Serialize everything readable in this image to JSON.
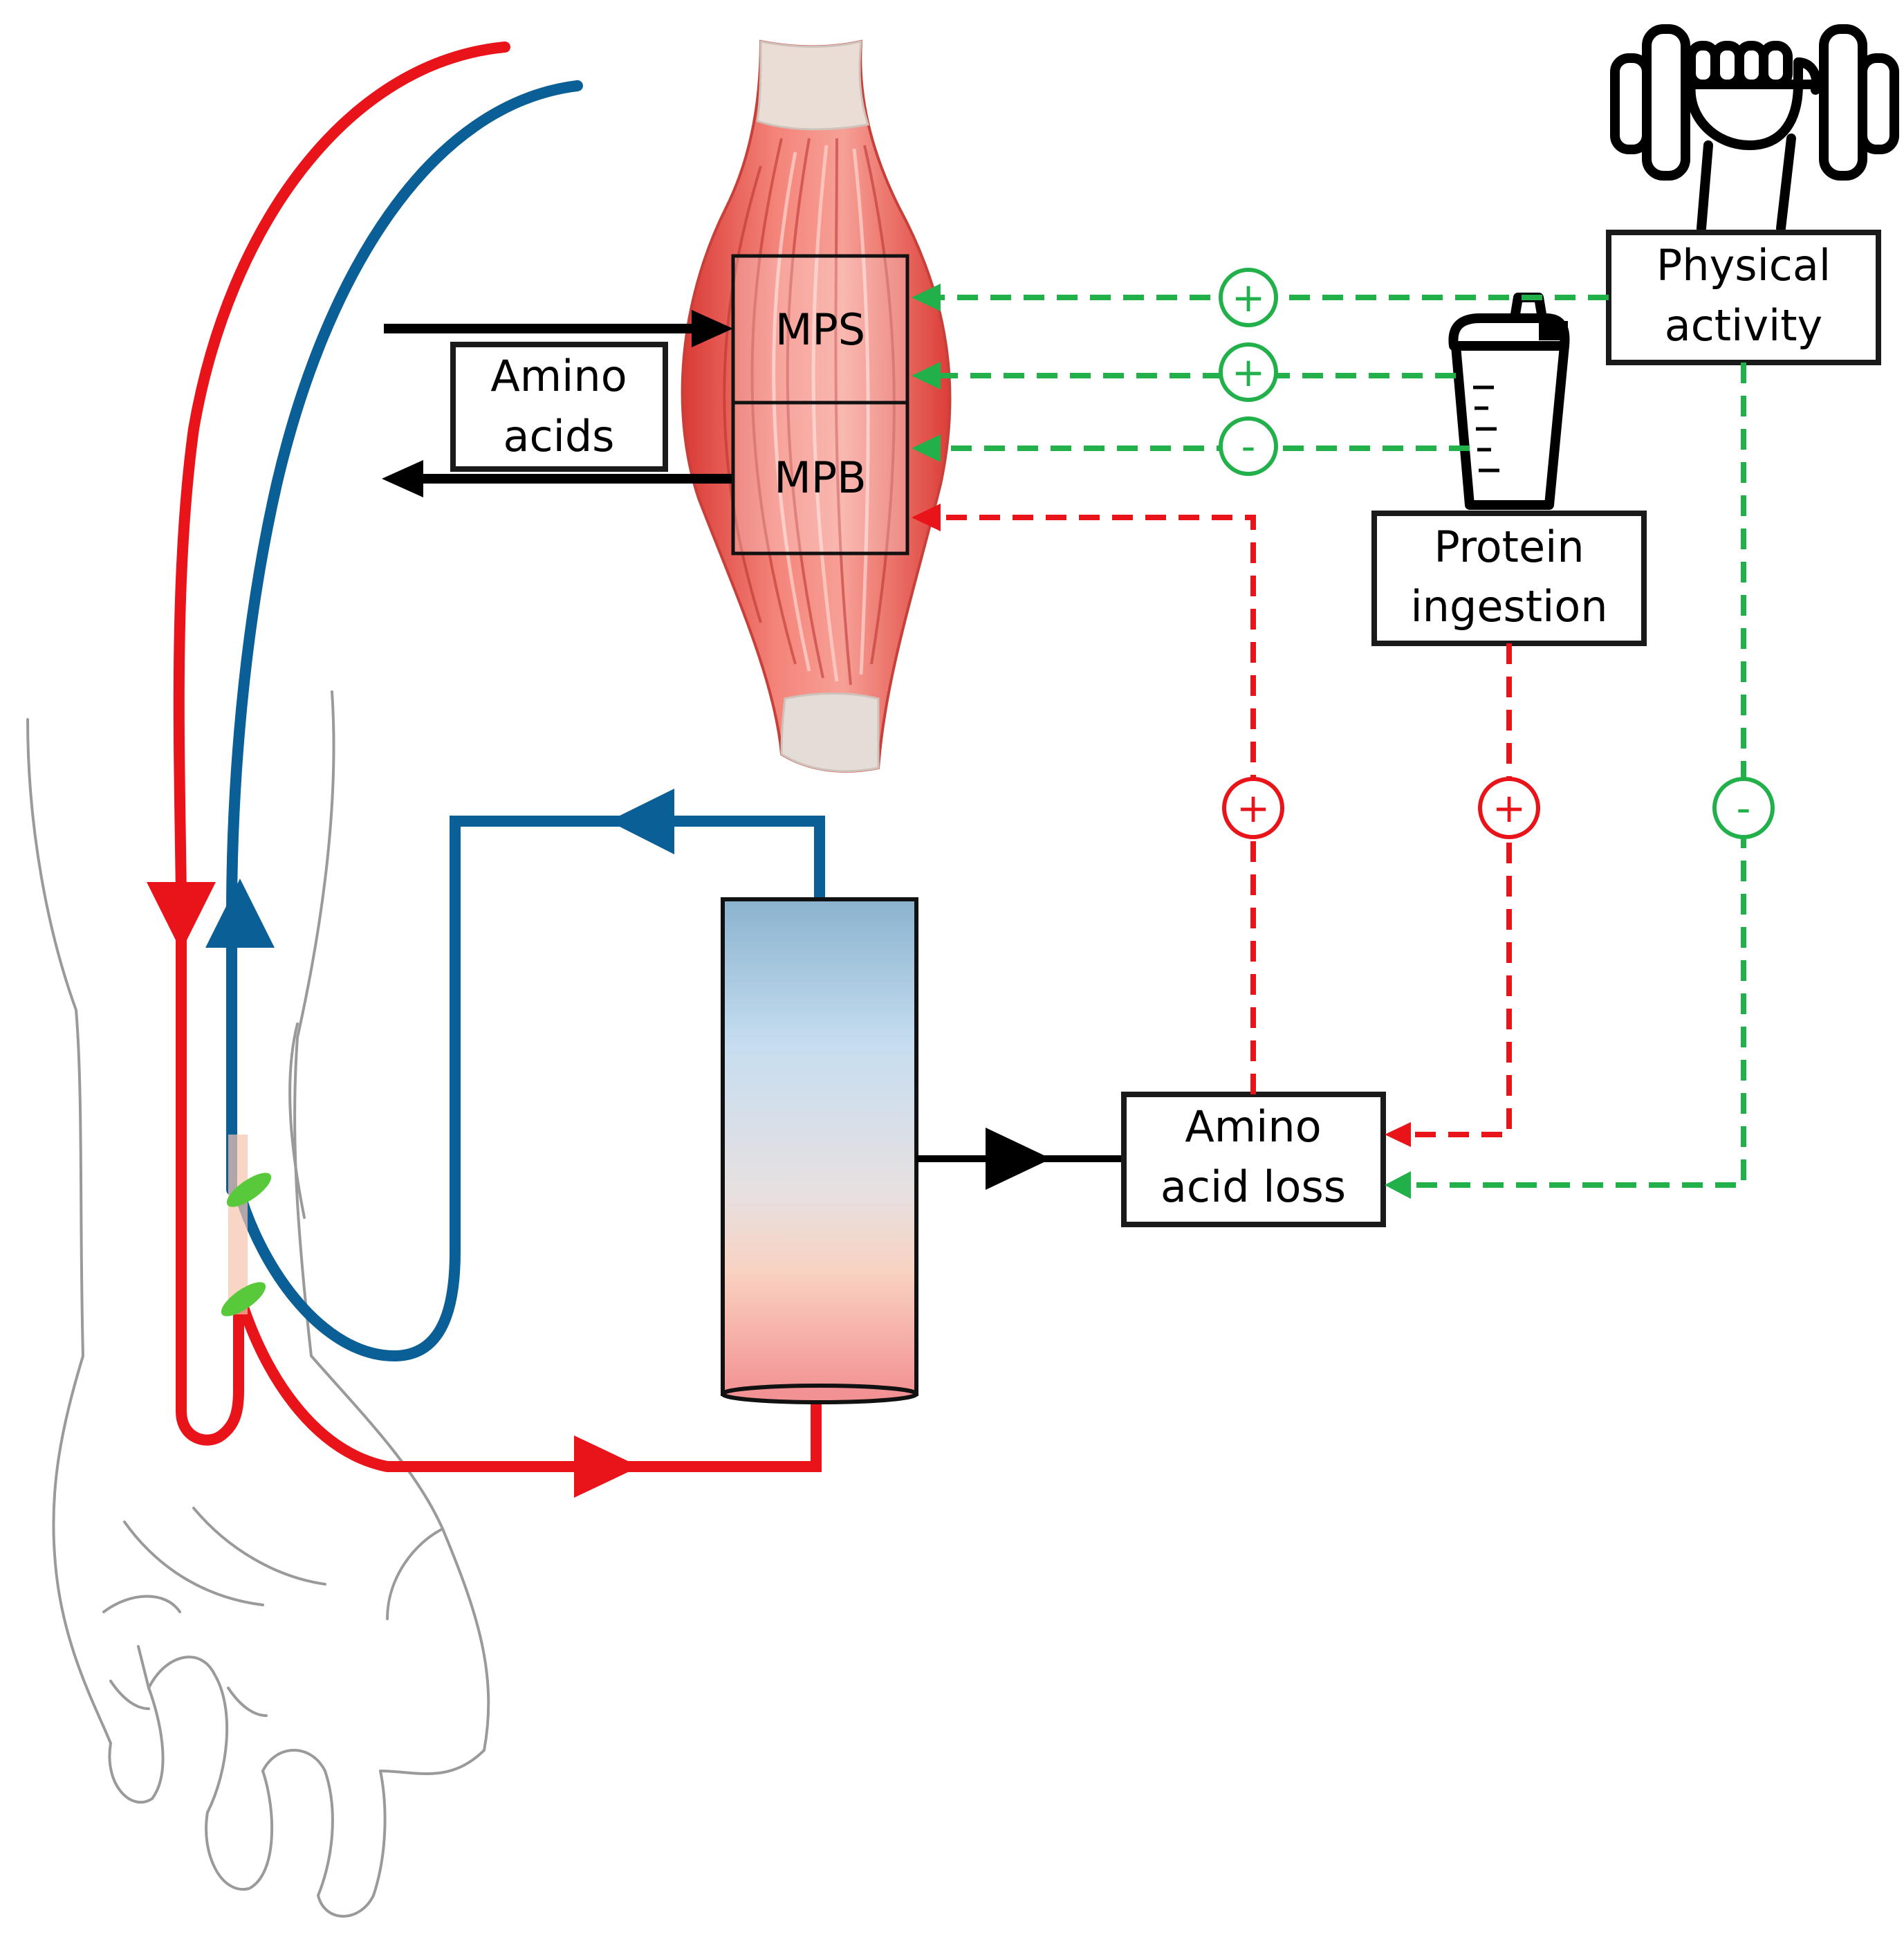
{
  "labels": {
    "mps": "MPS",
    "mpb": "MPB",
    "amino_acids_line1": "Amino",
    "amino_acids_line2": "acids",
    "physical_activity_line1": "Physical",
    "physical_activity_line2": "activity",
    "protein_ingestion_line1": "Protein",
    "protein_ingestion_line2": "ingestion",
    "amino_acid_loss_line1": "Amino",
    "amino_acid_loss_line2": "acid loss"
  },
  "effects": {
    "activity_to_mps": "+",
    "protein_to_mps": "+",
    "protein_to_mpb": "-",
    "loss_to_mpb": "+",
    "protein_to_loss": "+",
    "activity_to_loss": "-"
  },
  "icons": {
    "muscle": "muscle-illustration",
    "arm": "forearm-hand-outline",
    "dumbbell": "dumbbell-hand-icon",
    "shaker": "protein-shaker-icon",
    "filter": "dialysis-filter-cylinder"
  },
  "colors": {
    "arterial": "#e8141a",
    "venous": "#0a5f96",
    "stimulate": "#22b04a",
    "inhibit_red": "#e8141a",
    "muscle": "#ef6a60"
  }
}
